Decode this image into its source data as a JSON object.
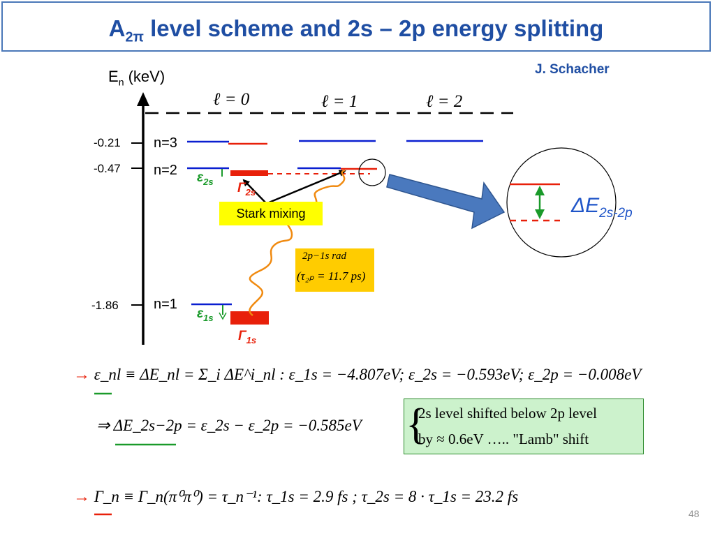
{
  "title": {
    "main": "A",
    "sub": "2π",
    "rest": " level scheme and 2s – 2p energy splitting"
  },
  "author": "J. Schacher",
  "axis": {
    "label": "E",
    "label_sub": "n",
    "label_unit": " (keV)"
  },
  "ticks": [
    "-0.21",
    "-0.47",
    "-1.86"
  ],
  "levels": {
    "n3": "n=3",
    "n2": "n=2",
    "n1": "n=1"
  },
  "ell_labels": [
    "ℓ = 0",
    "ℓ = 1",
    "ℓ = 2"
  ],
  "eps2s": {
    "sym": "ε",
    "sub": "2s"
  },
  "eps1s": {
    "sym": "ε",
    "sub": "1s"
  },
  "gam2s": {
    "sym": "Γ",
    "sub": "2s"
  },
  "gam1s": {
    "sym": "Γ",
    "sub": "1s"
  },
  "stark": "Stark mixing",
  "rad": {
    "line1": "2p−1s  rad",
    "line2": "(τ₂ₚ = 11.7 ps)"
  },
  "delta": {
    "sym": "ΔE",
    "sub": "2s-2p"
  },
  "eq1": {
    "arrow": "→",
    "text": "ε_nl ≡ ΔE_nl = Σ_i ΔE^i_nl : ε_1s = −4.807eV; ε_2s = −0.593eV; ε_2p = −0.008eV"
  },
  "eq2": {
    "text": "⇒ ΔE_2s−2p = ε_2s − ε_2p = −0.585eV"
  },
  "note": {
    "line1": "2s level shifted below 2p level",
    "line2": "by  ≈ 0.6eV …..  \"Lamb\" shift"
  },
  "eq3": {
    "arrow": "→",
    "text": "Γ_n ≡ Γ_n(π⁰π⁰) = τ_n⁻¹: τ_1s = 2.9 fs ; τ_2s = 8 · τ_1s = 23.2 fs"
  },
  "page_number": "48",
  "colors": {
    "blue_level": "#0a1fd0",
    "red_level": "#e8200a",
    "green": "#1a9a2a",
    "title": "#1f4ea3"
  }
}
